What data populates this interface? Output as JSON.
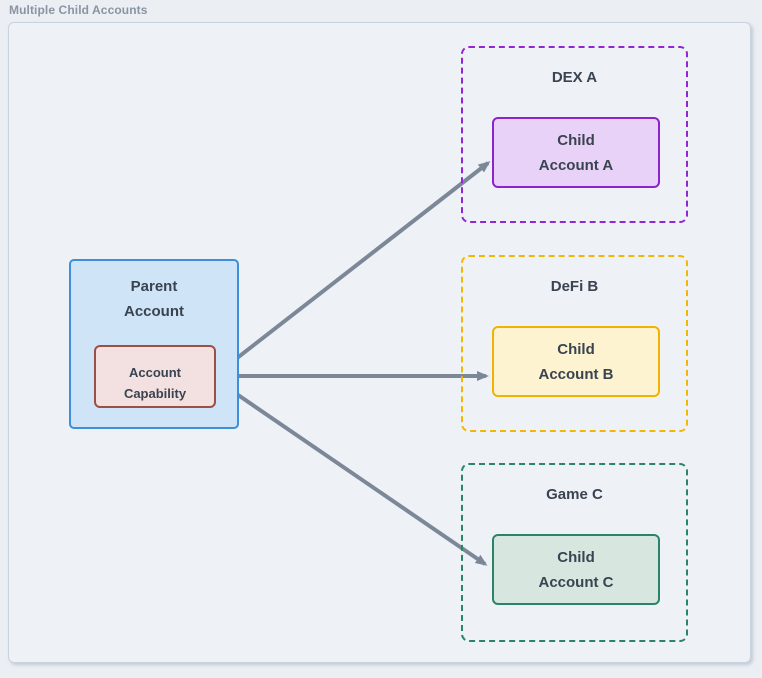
{
  "page": {
    "title": "Multiple Child Accounts"
  },
  "diagram": {
    "parent": {
      "label": "Parent\nAccount",
      "capability_label": "Account\nCapability",
      "fill": "#d0e4f7",
      "border": "#3e8ed8",
      "capability_fill": "#f3e0e0",
      "capability_border": "#9c4f47"
    },
    "groups": [
      {
        "label": "DEX A",
        "child_label": "Child\nAccount A",
        "accent": "#9326d3",
        "child_fill": "#e9d2f8",
        "child_border": "#8d23cf"
      },
      {
        "label": "DeFi B",
        "child_label": "Child\nAccount B",
        "accent": "#f2b705",
        "child_fill": "#fdf3d1",
        "child_border": "#f0b400"
      },
      {
        "label": "Game C",
        "child_label": "Child\nAccount C",
        "accent": "#2a8568",
        "child_fill": "#d7e7e0",
        "child_border": "#2a8568"
      }
    ],
    "arrow_color": "#7c8898",
    "text_color": "#3a4350",
    "canvas_fill": "#eef2f7",
    "canvas_border": "#c9d3dd"
  }
}
